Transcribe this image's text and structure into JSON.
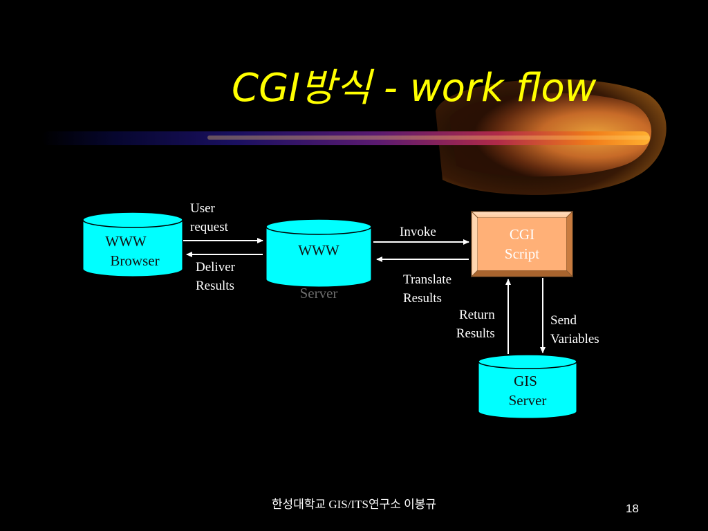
{
  "slide": {
    "title": "CGI방식 - work flow",
    "footer": "한성대학교 GIS/ITS연구소 이봉규",
    "page_number": "18"
  },
  "diagram": {
    "nodes": {
      "www_browser": {
        "line1": "WWW",
        "line2": "Browser"
      },
      "www_server": {
        "line1": "WWW",
        "line2": "Server"
      },
      "cgi_script": {
        "line1": "CGI",
        "line2": "Script"
      },
      "gis_server": {
        "line1": "GIS",
        "line2": "Server"
      }
    },
    "edges": {
      "user_request": {
        "line1": "User",
        "line2": "request"
      },
      "deliver_results": {
        "line1": "Deliver",
        "line2": "Results"
      },
      "invoke": {
        "line1": "Invoke"
      },
      "translate_results": {
        "line1": "Translate",
        "line2": "Results"
      },
      "return_results": {
        "line1": "Return",
        "line2": "Results"
      },
      "send_variables": {
        "line1": "Send",
        "line2": "Variables"
      }
    }
  },
  "colors": {
    "background": "#000000",
    "title": "#ffff00",
    "cylinder_fill": "#00ffff",
    "cgi_box_fill": "#ffb077",
    "connector": "#ffffff"
  }
}
